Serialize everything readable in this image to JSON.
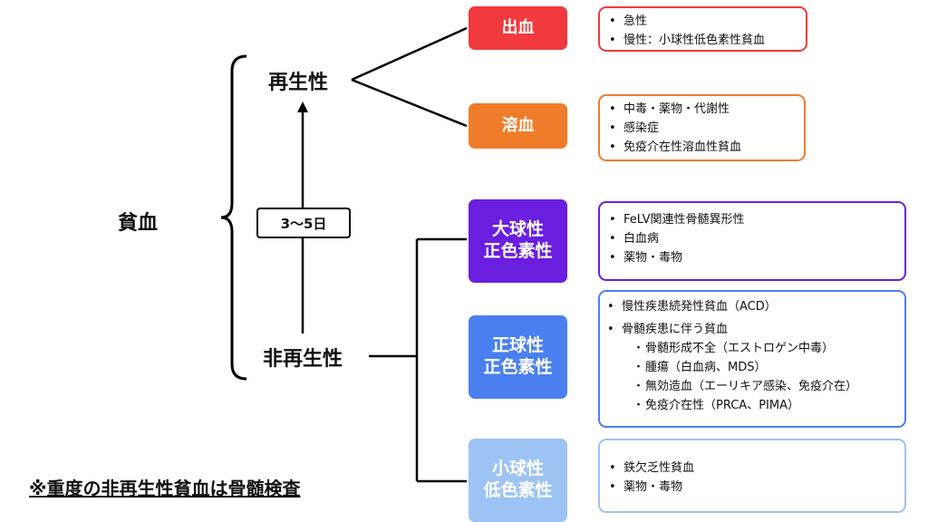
{
  "root": {
    "label": "貧血"
  },
  "regenerative": {
    "label": "再生性",
    "causes": [
      {
        "label": "出血",
        "color": "#f03a3e",
        "notes": [
          "急性",
          "慢性：小球性低色素性貧血"
        ]
      },
      {
        "label": "溶血",
        "color": "#f07c2a",
        "notes": [
          "中毒・薬物・代謝性",
          "感染症",
          "免疫介在性溶血性貧血"
        ]
      }
    ]
  },
  "transition": {
    "label": "3〜5日"
  },
  "nonregenerative": {
    "label": "非再生性",
    "types": [
      {
        "line1": "大球性",
        "line2": "正色素性",
        "color": "#6a1ee0",
        "notes": [
          "FeLV関連性骨髄異形性",
          "白血病",
          "薬物・毒物"
        ]
      },
      {
        "line1": "正球性",
        "line2": "正色素性",
        "color": "#4a7ff0",
        "notes": [
          "慢性疾患続発性貧血（ACD）",
          "骨髄疾患に伴う貧血"
        ],
        "subnotes": [
          "骨髄形成不全（エストロゲン中毒）",
          "腫瘍（白血病、MDS）",
          "無効造血（エーリキア感染、免疫介在）",
          "免疫介在性（PRCA、PIMA）"
        ]
      },
      {
        "line1": "小球性",
        "line2": "低色素性",
        "color": "#9dc3f4",
        "notes": [
          "鉄欠乏性貧血",
          "薬物・毒物"
        ]
      }
    ]
  },
  "footer": {
    "text": "※重度の非再生性貧血は骨髄検査"
  }
}
